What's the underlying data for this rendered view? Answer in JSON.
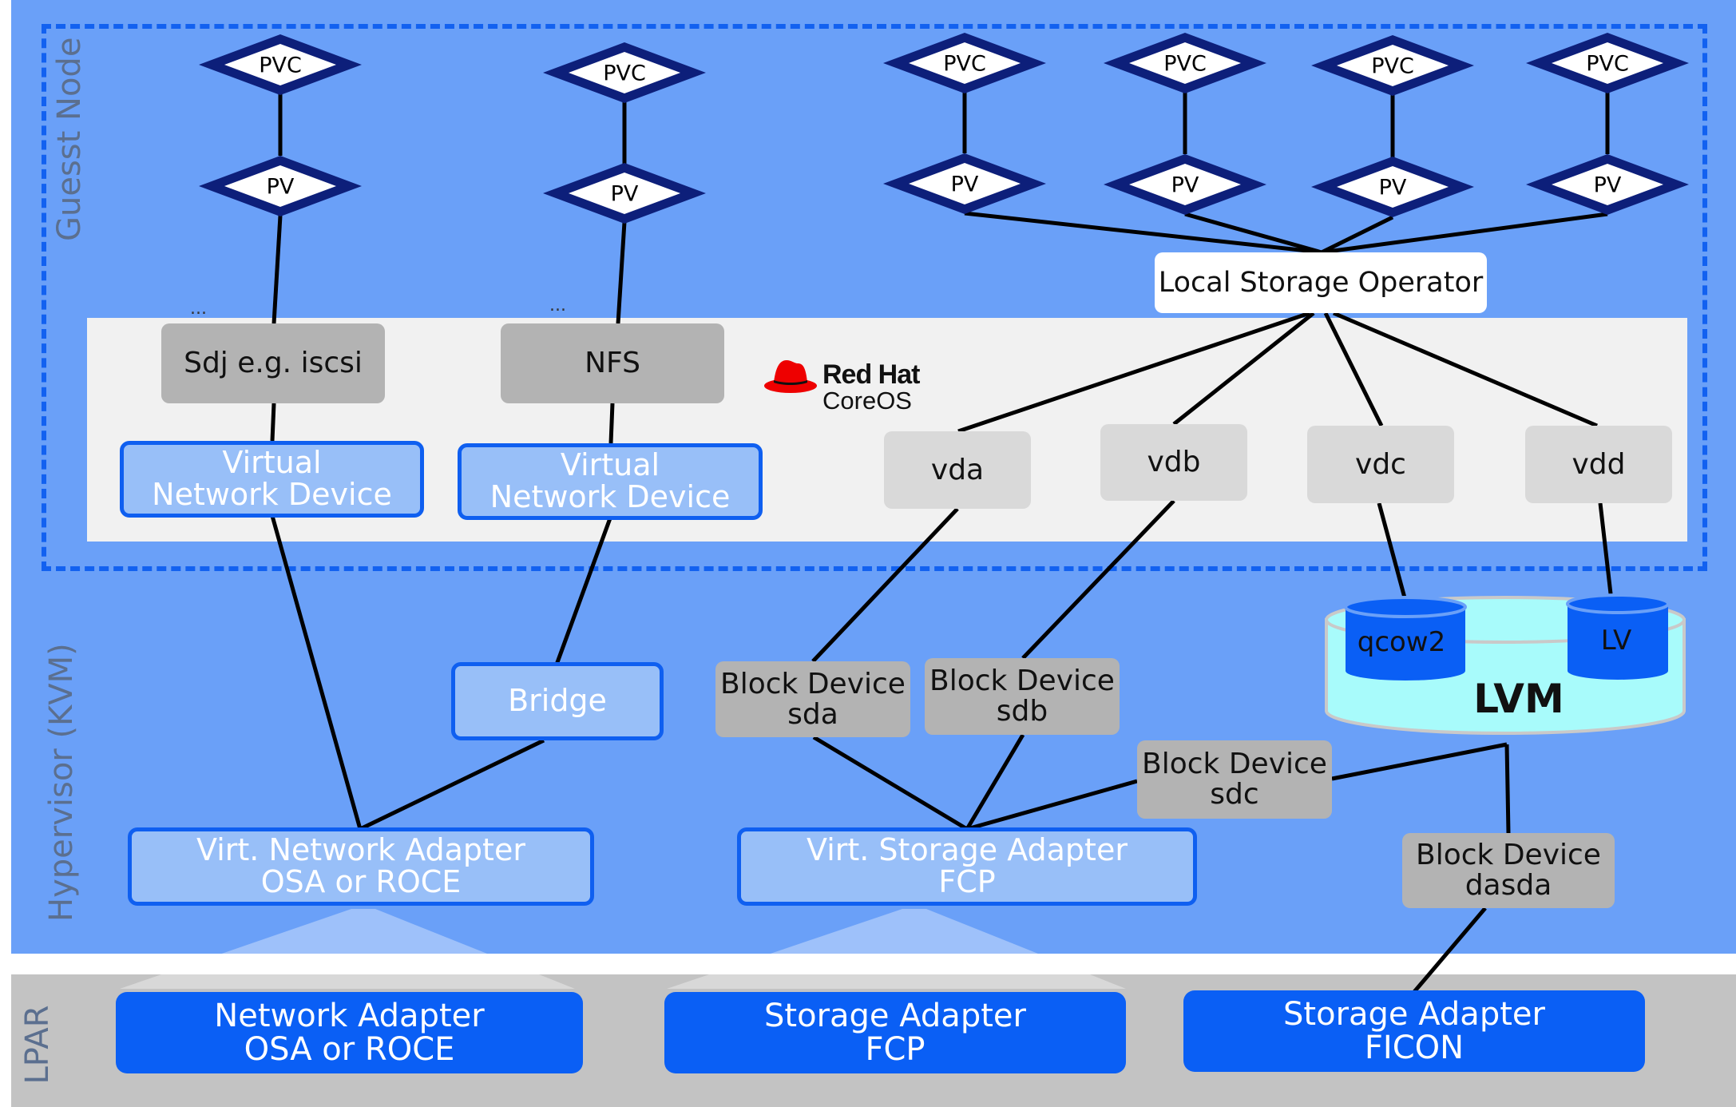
{
  "layers": {
    "guest_node": "Guesst Node",
    "hypervisor": "Hypervisor (KVM)",
    "lpar": "LPAR"
  },
  "storage_claims": {
    "pvc_label": "PVC",
    "pv_label": "PV"
  },
  "local_storage_operator": "Local Storage Operator",
  "coreos_logo": {
    "brand": "Red Hat",
    "product": "CoreOS",
    "icon": "red-hat-fedora-icon"
  },
  "guest_devices": {
    "ellipsis": "...",
    "sdj": "Sdj e.g. iscsi",
    "nfs": "NFS",
    "vnd_line1": "Virtual",
    "vnd_line2": "Network Device",
    "vda": "vda",
    "vdb": "vdb",
    "vdc": "vdc",
    "vdd": "vdd"
  },
  "hypervisor_items": {
    "bridge": "Bridge",
    "block_device": "Block Device",
    "sda": "sda",
    "sdb": "sdb",
    "sdc": "sdc",
    "dasda": "dasda",
    "qcow2": "qcow2",
    "lv": "LV",
    "lvm": "LVM",
    "virt_net_line1": "Virt. Network Adapter",
    "virt_net_line2": "OSA or ROCE",
    "virt_storage_line1": "Virt. Storage Adapter",
    "virt_storage_line2": "FCP"
  },
  "lpar_items": {
    "net_line1": "Network Adapter",
    "net_line2": "OSA or ROCE",
    "storage_line1": "Storage Adapter",
    "storage_fcp": "FCP",
    "storage_ficon": "FICON"
  },
  "colors": {
    "hypervisor_band": "#6aa0f8",
    "lpar_band": "#c3c3c3",
    "accent_blue": "#0a5ff5",
    "diamond_navy": "#0d1f7a",
    "lvm_cyan": "#a8fbfb",
    "redhat_red": "#ee0000"
  }
}
